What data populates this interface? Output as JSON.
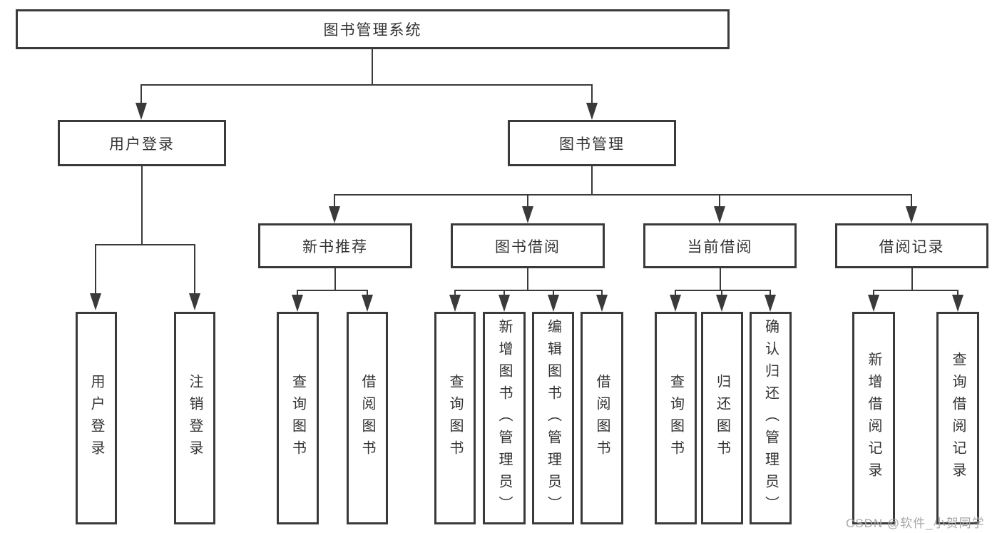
{
  "diagram": {
    "root": {
      "label": "图书管理系统"
    },
    "level1": [
      {
        "label": "用户登录"
      },
      {
        "label": "图书管理"
      }
    ],
    "level2": [
      {
        "label": "新书推荐"
      },
      {
        "label": "图书借阅"
      },
      {
        "label": "当前借阅"
      },
      {
        "label": "借阅记录"
      }
    ],
    "leaves": {
      "user_login": [
        {
          "label": "用户登录"
        },
        {
          "label": "注销登录"
        }
      ],
      "new_book": [
        {
          "label": "查询图书"
        },
        {
          "label": "借阅图书"
        }
      ],
      "book_borrow": [
        {
          "label": "查询图书"
        },
        {
          "label": "新增图书（管理员）"
        },
        {
          "label": "编辑图书（管理员）"
        },
        {
          "label": "借阅图书"
        }
      ],
      "current_borrow": [
        {
          "label": "查询图书"
        },
        {
          "label": "归还图书"
        },
        {
          "label": "确认归还（管理员）"
        }
      ],
      "borrow_record": [
        {
          "label": "新增借阅记录"
        },
        {
          "label": "查询借阅记录"
        }
      ]
    }
  },
  "watermark": {
    "text": "CSDN @软件_小贺同学"
  },
  "colors": {
    "line": "#3a3a3a",
    "text": "#333333",
    "watermark": "#a8a8a8",
    "background": "#ffffff"
  }
}
